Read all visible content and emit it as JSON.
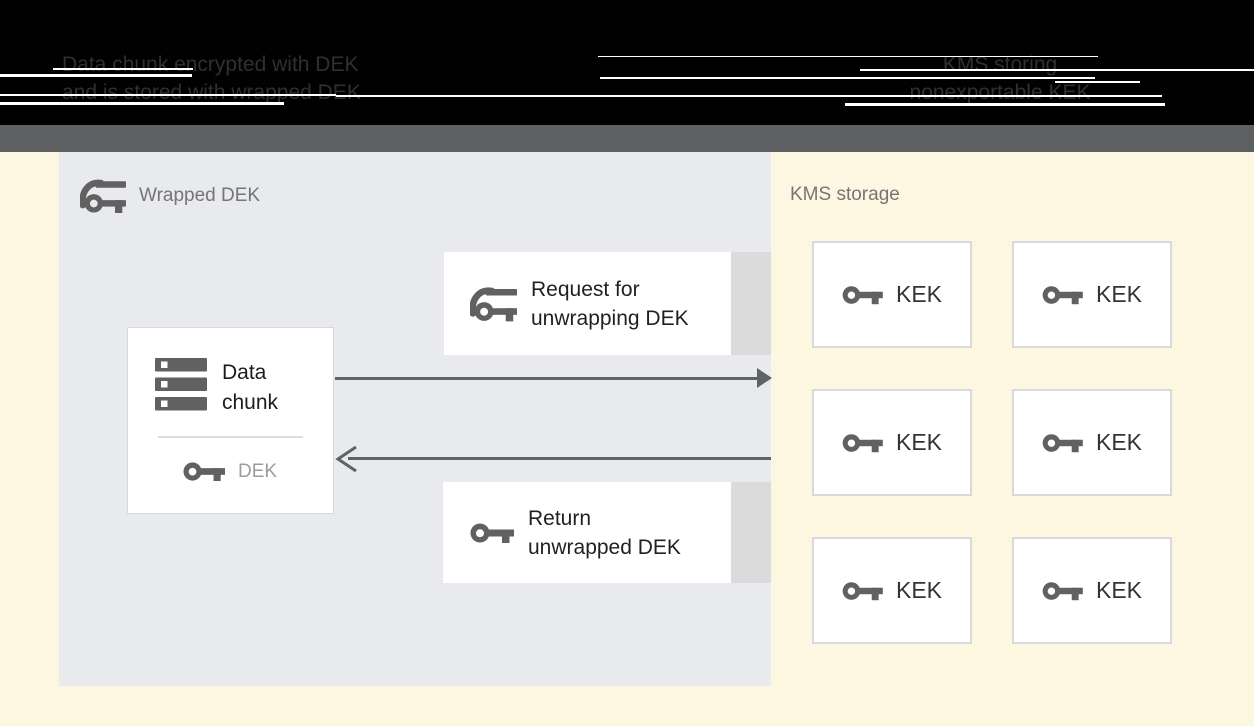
{
  "header": {
    "left_caption": {
      "line1": "Data chunk encrypted with DEK",
      "line2": "and is stored with wrapped DEK"
    },
    "right_caption": {
      "line1": "KMS storing",
      "line2": "nonexportable KEK"
    }
  },
  "wrapped_dek_panel": {
    "label": "Wrapped DEK",
    "data_chunk_box": {
      "title": "Data chunk",
      "key_label": "DEK"
    },
    "request_box": {
      "label": "Request for unwrapping DEK"
    },
    "return_box": {
      "label": "Return unwrapped DEK"
    }
  },
  "kms_panel": {
    "label": "KMS storage",
    "kek_boxes": [
      "KEK",
      "KEK",
      "KEK",
      "KEK",
      "KEK",
      "KEK"
    ]
  },
  "colors": {
    "top_band": "#010101",
    "divider_band": "#5E5F61",
    "page_background": "#FDF7E2",
    "panel_background": "#E8EAED",
    "box_background": "#FFFFFF",
    "box_border": "#D8D9DB",
    "box_tail_gray": "#DBDBDB",
    "icon_gray": "#616161",
    "label_gray": "#757575",
    "text_dark": "#1F2023",
    "dek_label_gray": "#9B9C9E",
    "arrow": "#5F6368",
    "caption_text": "#2E3034",
    "glitch_line": "#FFFFFF"
  }
}
